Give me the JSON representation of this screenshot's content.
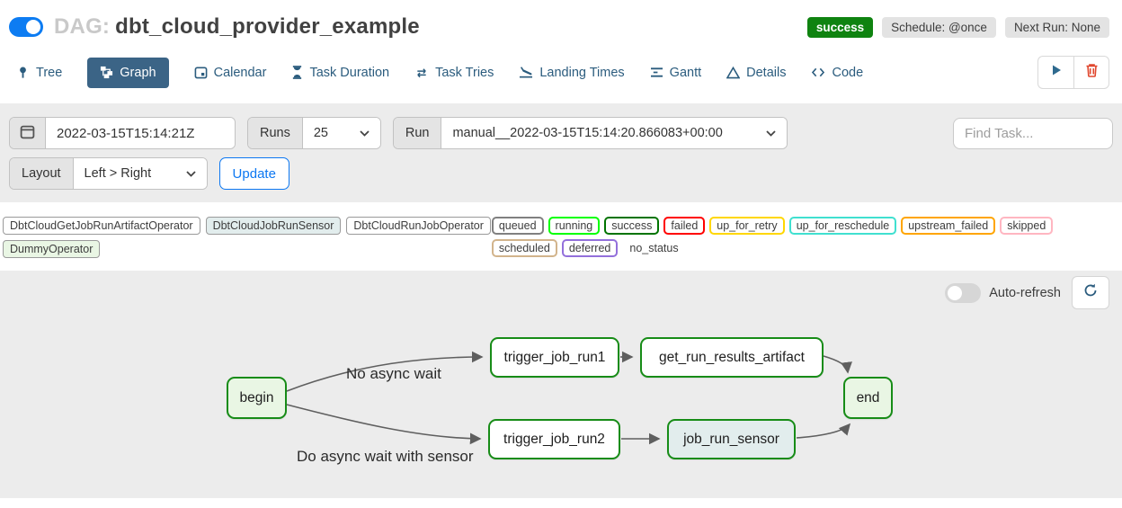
{
  "header": {
    "dag_toggle_on": true,
    "dag_prefix": "DAG:",
    "dag_name": "dbt_cloud_provider_example",
    "status_badge": "success",
    "status_color": "#0f8310",
    "schedule_badge": "Schedule: @once",
    "next_run_badge": "Next Run: None"
  },
  "tabs": [
    {
      "label": "Tree",
      "icon": "tree-icon",
      "active": false
    },
    {
      "label": "Graph",
      "icon": "graph-icon",
      "active": true
    },
    {
      "label": "Calendar",
      "icon": "calendar-icon",
      "active": false
    },
    {
      "label": "Task Duration",
      "icon": "hourglass-icon",
      "active": false
    },
    {
      "label": "Task Tries",
      "icon": "repeat-icon",
      "active": false
    },
    {
      "label": "Landing Times",
      "icon": "plane-landing-icon",
      "active": false
    },
    {
      "label": "Gantt",
      "icon": "gantt-icon",
      "active": false
    },
    {
      "label": "Details",
      "icon": "details-icon",
      "active": false
    },
    {
      "label": "Code",
      "icon": "code-icon",
      "active": false
    }
  ],
  "toolbar": {
    "play_icon": "play-icon",
    "delete_icon": "trash-icon",
    "delete_color": "#e0472e",
    "play_color": "#2f6a8f"
  },
  "filters": {
    "base_date_value": "2022-03-15T15:14:21Z",
    "runs_label": "Runs",
    "runs_value": "25",
    "run_label": "Run",
    "run_value": "manual__2022-03-15T15:14:20.866083+00:00",
    "find_task_placeholder": "Find Task...",
    "layout_label": "Layout",
    "layout_value": "Left > Right",
    "update_label": "Update"
  },
  "legend": {
    "operators": [
      {
        "label": "DbtCloudGetJobRunArtifactOperator",
        "fill": "#ffffff"
      },
      {
        "label": "DbtCloudJobRunSensor",
        "fill": "#e2eded"
      },
      {
        "label": "DbtCloudRunJobOperator",
        "fill": "#ffffff"
      },
      {
        "label": "DummyOperator",
        "fill": "#e9f6e4"
      }
    ],
    "states": [
      {
        "label": "queued",
        "border": "#808080"
      },
      {
        "label": "running",
        "border": "#00ff00"
      },
      {
        "label": "success",
        "border": "#017401"
      },
      {
        "label": "failed",
        "border": "#ff0000"
      },
      {
        "label": "up_for_retry",
        "border": "#ffd700"
      },
      {
        "label": "up_for_reschedule",
        "border": "#40e0d0"
      },
      {
        "label": "upstream_failed",
        "border": "#ffa500"
      },
      {
        "label": "skipped",
        "border": "#ffb6c1"
      },
      {
        "label": "scheduled",
        "border": "#d2b48c"
      },
      {
        "label": "deferred",
        "border": "#9370db"
      },
      {
        "label": "no_status",
        "border": "transparent"
      }
    ]
  },
  "graph": {
    "auto_refresh_label": "Auto-refresh",
    "auto_refresh_on": false,
    "refresh_icon": "refresh-icon",
    "nodes": [
      {
        "id": "begin",
        "label": "begin",
        "fill": "#e9f6e4",
        "border": "#178c17"
      },
      {
        "id": "trigger_job_run1",
        "label": "trigger_job_run1",
        "fill": "#ffffff",
        "border": "#178c17"
      },
      {
        "id": "get_run_results_artifact",
        "label": "get_run_results_artifact",
        "fill": "#ffffff",
        "border": "#178c17"
      },
      {
        "id": "end",
        "label": "end",
        "fill": "#e9f6e4",
        "border": "#178c17"
      },
      {
        "id": "trigger_job_run2",
        "label": "trigger_job_run2",
        "fill": "#ffffff",
        "border": "#178c17"
      },
      {
        "id": "job_run_sensor",
        "label": "job_run_sensor",
        "fill": "#e2eded",
        "border": "#178c17"
      }
    ],
    "edges": [
      {
        "from": "begin",
        "to": "trigger_job_run1",
        "label": "No async wait"
      },
      {
        "from": "begin",
        "to": "trigger_job_run2",
        "label": "Do async wait with sensor"
      },
      {
        "from": "trigger_job_run1",
        "to": "get_run_results_artifact",
        "label": ""
      },
      {
        "from": "get_run_results_artifact",
        "to": "end",
        "label": ""
      },
      {
        "from": "trigger_job_run2",
        "to": "job_run_sensor",
        "label": ""
      },
      {
        "from": "job_run_sensor",
        "to": "end",
        "label": ""
      }
    ]
  }
}
